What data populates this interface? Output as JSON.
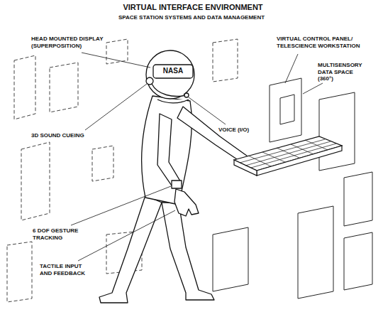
{
  "diagram": {
    "title": "VIRTUAL INTERFACE ENVIRONMENT",
    "labels": [
      "SPACE STATION SYSTEMS AND DATA MANAGEMENT",
      "HEAD MOUNTED DISPLAY (SUPERPOSITION)",
      "VIRTUAL CONTROL PANEL/ TELESCIENCE WORKSTATION",
      "MULTISENSORY DATA SPACE (360°)",
      "NASA",
      "3D SOUND CUEING",
      "VOICE (I/O)",
      "6 DOF GESTURE TRACKING",
      "TACTILE INPUT AND FEEDBACK"
    ]
  }
}
